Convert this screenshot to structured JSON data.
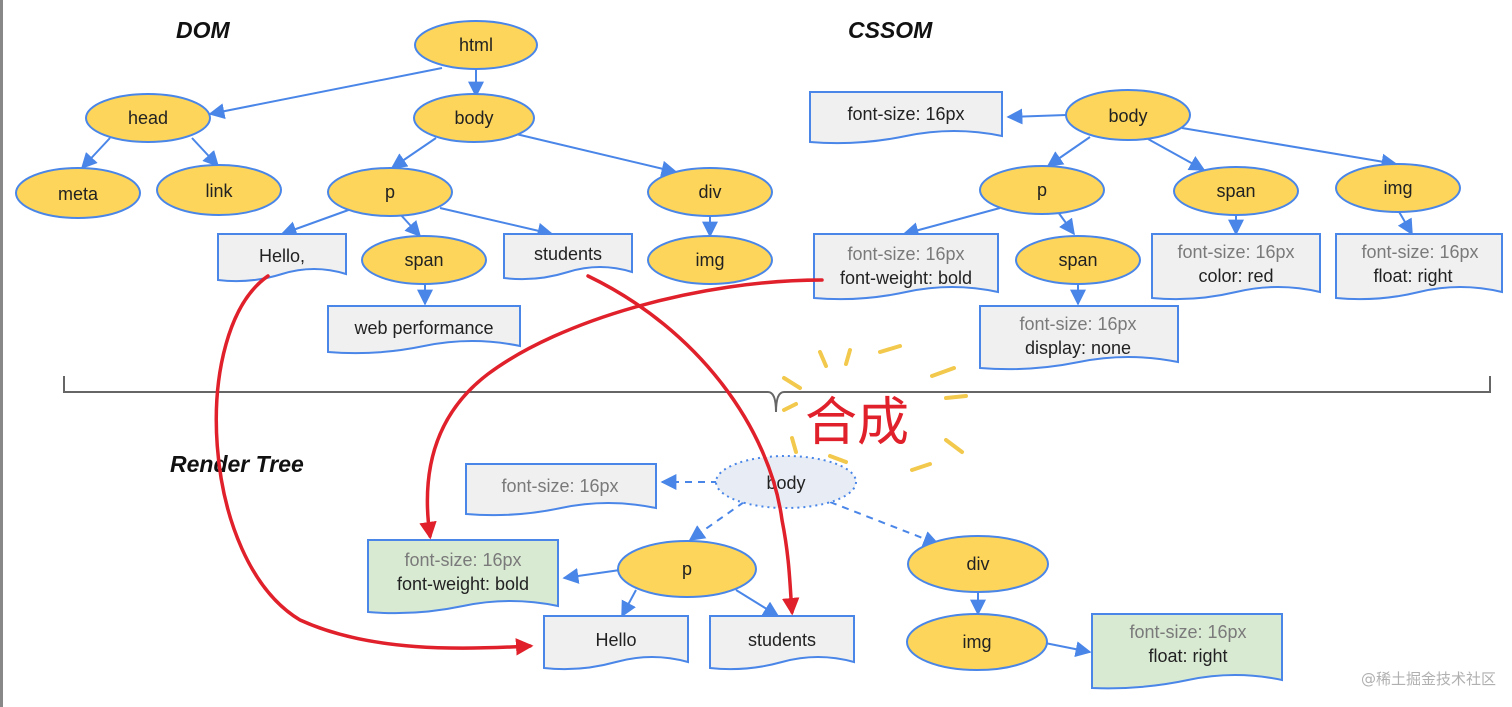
{
  "sections": {
    "dom": "DOM",
    "cssom": "CSSOM",
    "render": "Render Tree"
  },
  "dom": {
    "html": "html",
    "head": "head",
    "body": "body",
    "meta": "meta",
    "link": "link",
    "p": "p",
    "div": "div",
    "hello": "Hello,",
    "span": "span",
    "students": "students",
    "img": "img",
    "web_performance": "web performance"
  },
  "cssom": {
    "body": "body",
    "body_rule": "font-size: 16px",
    "p": "p",
    "span_top": "span",
    "img": "img",
    "span_child": "span",
    "p_rule": [
      "font-size: 16px",
      "font-weight: bold"
    ],
    "span_top_rule": [
      "font-size: 16px",
      "color: red"
    ],
    "img_rule": [
      "font-size: 16px",
      "float: right"
    ],
    "span_child_rule": [
      "font-size: 16px",
      "display: none"
    ]
  },
  "render": {
    "body": "body",
    "body_rule": "font-size: 16px",
    "p": "p",
    "p_rule": [
      "font-size: 16px",
      "font-weight: bold"
    ],
    "hello": "Hello",
    "students": "students",
    "div": "div",
    "img": "img",
    "img_rule": [
      "font-size: 16px",
      "float: right"
    ]
  },
  "annotation": "合成",
  "watermark": "@稀土掘金技术社区",
  "colors": {
    "node_fill": "#fdd55a",
    "node_stroke": "#4a86e8",
    "doc_fill": "#f0f0f0",
    "doc_green": "#d9ead3",
    "annotation_red": "#e0202a"
  }
}
